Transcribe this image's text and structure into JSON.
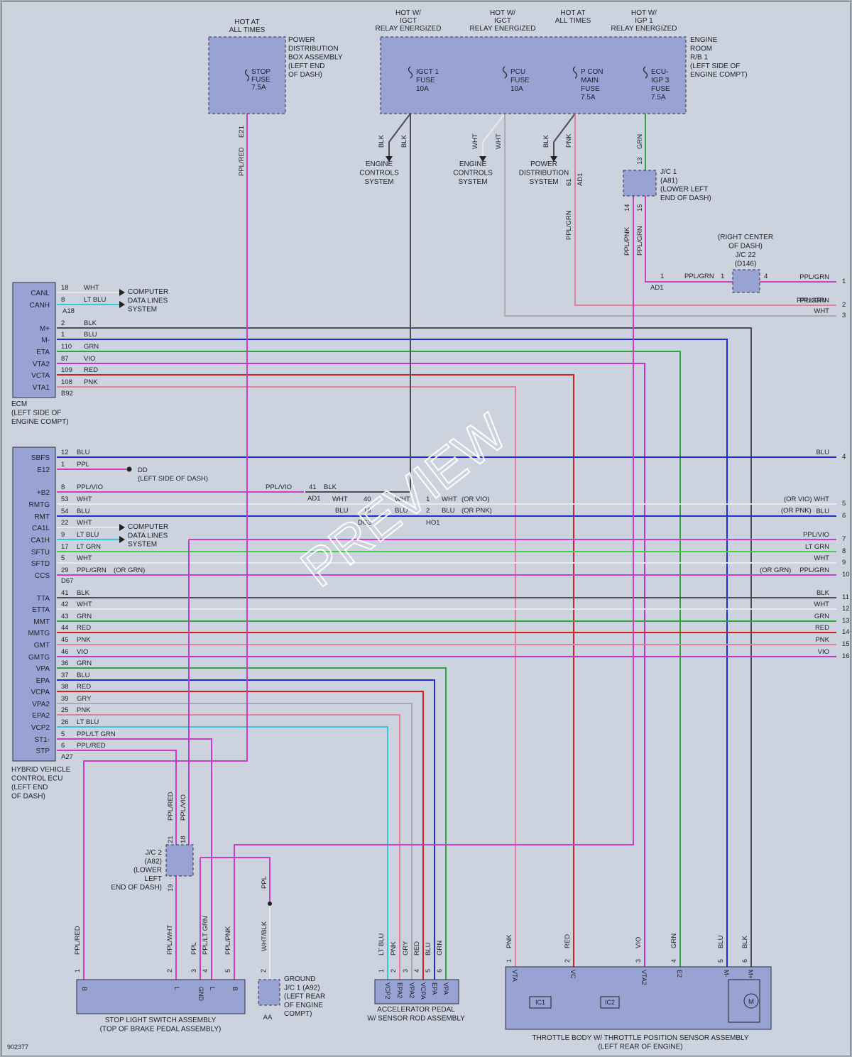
{
  "diagram_id": "902377",
  "watermark": "PREVIEW",
  "components": {
    "pdb": {
      "name": "POWER DISTRIBUTION BOX ASSEMBLY (LEFT END OF DASH)",
      "lines": [
        "POWER",
        "DISTRIBUTION",
        "BOX ASSEMBLY",
        "(LEFT END",
        "OF DASH)"
      ],
      "header": [
        "HOT AT",
        "ALL TIMES"
      ],
      "fuse": [
        "STOP",
        "FUSE",
        "7.5A"
      ]
    },
    "engine_rb": {
      "lines": [
        "ENGINE",
        "ROOM",
        "R/B 1",
        "(LEFT SIDE OF",
        "ENGINE COMPT)"
      ],
      "headers": [
        [
          "HOT W/",
          "IGCT",
          "RELAY ENERGIZED"
        ],
        [
          "HOT W/",
          "IGCT",
          "RELAY ENERGIZED"
        ],
        [
          "HOT AT",
          "ALL TIMES"
        ],
        [
          "HOT W/",
          "IGP 1",
          "RELAY ENERGIZED"
        ]
      ],
      "fuses": [
        [
          "IGCT 1",
          "FUSE",
          "10A"
        ],
        [
          "PCU",
          "FUSE",
          "10A"
        ],
        [
          "P CON",
          "MAIN",
          "FUSE",
          "7.5A"
        ],
        [
          "ECU-",
          "IGP 3",
          "FUSE",
          "7.5A"
        ]
      ]
    },
    "systems": [
      [
        "ENGINE",
        "CONTROLS",
        "SYSTEM"
      ],
      [
        "ENGINE",
        "CONTROLS",
        "SYSTEM"
      ],
      [
        "POWER",
        "DISTRIBUTION",
        "SYSTEM"
      ]
    ],
    "jc1": [
      "J/C 1",
      "(A81)",
      "(LOWER LEFT",
      "END OF DASH)"
    ],
    "jc22": [
      "(RIGHT CENTER",
      "OF DASH)",
      "J/C 22",
      "(D146)"
    ],
    "jc2": [
      "J/C 2",
      "(A82)",
      "(LOWER",
      "LEFT",
      "END OF DASH)"
    ],
    "cdl": [
      "COMPUTER",
      "DATA LINES",
      "SYSTEM"
    ],
    "ecm": {
      "lines": [
        "ECM",
        "(LEFT SIDE OF",
        "ENGINE COMPT)"
      ],
      "pins": [
        {
          "name": "CANL",
          "num": "18",
          "color": "WHT"
        },
        {
          "name": "CANH",
          "num": "8",
          "color": "LT BLU"
        },
        {
          "name": "M+",
          "num": "2",
          "color": "BLK"
        },
        {
          "name": "M-",
          "num": "1",
          "color": "BLU"
        },
        {
          "name": "ETA",
          "num": "110",
          "color": "GRN"
        },
        {
          "name": "VTA2",
          "num": "87",
          "color": "VIO"
        },
        {
          "name": "VCTA",
          "num": "109",
          "color": "RED"
        },
        {
          "name": "VTA1",
          "num": "108",
          "color": "PNK"
        }
      ],
      "conn1": "A18",
      "conn2": "B92"
    },
    "hv_ecu": {
      "lines": [
        "HYBRID VEHICLE",
        "CONTROL ECU",
        "(LEFT END",
        "OF DASH)"
      ],
      "pins": [
        {
          "name": "SBFS",
          "num": "12",
          "color": "BLU"
        },
        {
          "name": "E12",
          "num": "1",
          "color": "PPL"
        },
        {
          "name": "+B2",
          "num": "8",
          "color": "PPL/VIO"
        },
        {
          "name": "RMTG",
          "num": "53",
          "color": "WHT"
        },
        {
          "name": "RMT",
          "num": "54",
          "color": "BLU"
        },
        {
          "name": "CA1L",
          "num": "22",
          "color": "WHT"
        },
        {
          "name": "CA1H",
          "num": "9",
          "color": "LT BLU"
        },
        {
          "name": "SFTU",
          "num": "17",
          "color": "LT GRN"
        },
        {
          "name": "SFTD",
          "num": "5",
          "color": "WHT"
        },
        {
          "name": "CCS",
          "num": "29",
          "color": "PPL/GRN"
        },
        {
          "name": "TTA",
          "num": "41",
          "color": "BLK"
        },
        {
          "name": "ETTA",
          "num": "42",
          "color": "WHT"
        },
        {
          "name": "MMT",
          "num": "43",
          "color": "GRN"
        },
        {
          "name": "MMTG",
          "num": "44",
          "color": "RED"
        },
        {
          "name": "GMT",
          "num": "45",
          "color": "PNK"
        },
        {
          "name": "GMTG",
          "num": "46",
          "color": "VIO"
        },
        {
          "name": "VPA",
          "num": "36",
          "color": "GRN"
        },
        {
          "name": "EPA",
          "num": "37",
          "color": "BLU"
        },
        {
          "name": "VCPA",
          "num": "38",
          "color": "RED"
        },
        {
          "name": "VPA2",
          "num": "39",
          "color": "GRY"
        },
        {
          "name": "EPA2",
          "num": "25",
          "color": "PNK"
        },
        {
          "name": "VCP2",
          "num": "26",
          "color": "LT BLU"
        },
        {
          "name": "ST1-",
          "num": "5",
          "color": "PPL/LT GRN"
        },
        {
          "name": "STP",
          "num": "6",
          "color": "PPL/RED"
        }
      ],
      "conn1": "D67",
      "conn2": "A27",
      "ccs_alt": "(OR GRN)"
    },
    "ground_dd": [
      "DD",
      "(LEFT SIDE OF DASH)"
    ],
    "ground_aa": [
      "GROUND",
      "J/C 1 (A92)",
      "(LEFT REAR",
      "OF ENGINE",
      "COMPT)"
    ],
    "stop_light": {
      "lines": [
        "STOP LIGHT SWITCH ASSEMBLY",
        "(TOP OF BRAKE PEDAL ASSEMBLY)"
      ],
      "pins": [
        "B",
        "L",
        "GND",
        "L",
        "B"
      ],
      "wires": [
        "PPL/RED",
        "PPL/WHT",
        "PPL",
        "PPL/LT GRN",
        "PPL/PNK"
      ]
    },
    "accel": {
      "lines": [
        "ACCELERATOR PEDAL",
        "W/ SENSOR ROD ASSEMBLY"
      ],
      "pins": [
        "VCP2",
        "EPA2",
        "VPA2",
        "VCPA",
        "EPA",
        "VPA"
      ],
      "wires": [
        "LT BLU",
        "PNK",
        "GRY",
        "RED",
        "BLU",
        "GRN"
      ]
    },
    "throttle": {
      "lines": [
        "THROTTLE BODY W/ THROTTLE POSITION SENSOR ASSEMBLY",
        "(LEFT REAR OF ENGINE)"
      ],
      "pins": [
        "VTA",
        "VC",
        "VTA2",
        "E2",
        "M-",
        "M+"
      ],
      "wires": [
        "PNK",
        "RED",
        "VIO",
        "GRN",
        "BLU",
        "BLK"
      ],
      "ics": [
        "IC1",
        "IC2"
      ],
      "motor": "M"
    },
    "right_edge": [
      {
        "n": "1",
        "c": "PPL/GRN"
      },
      {
        "n": "2",
        "c": "PPL/GRN"
      },
      {
        "n": "3",
        "c": "WHT"
      },
      {
        "n": "4",
        "c": "BLU"
      },
      {
        "n": "5",
        "c": "WHT"
      },
      {
        "n": "6",
        "c": "BLU"
      },
      {
        "n": "7",
        "c": "PPL/VIO"
      },
      {
        "n": "8",
        "c": "LT GRN"
      },
      {
        "n": "9",
        "c": "WHT"
      },
      {
        "n": "10",
        "c": "PPL/GRN"
      },
      {
        "n": "11",
        "c": "BLK"
      },
      {
        "n": "12",
        "c": "WHT"
      },
      {
        "n": "13",
        "c": "GRN"
      },
      {
        "n": "14",
        "c": "RED"
      },
      {
        "n": "15",
        "c": "PNK"
      },
      {
        "n": "16",
        "c": "VIO"
      }
    ],
    "right_alt": {
      "5": "(OR VIO)",
      "6": "(OR PNK)",
      "10": "(OR GRN)"
    }
  },
  "colors": {
    "WHT": "#e6e9ee",
    "BLU": "#1c2fd6",
    "LTBLU": "#35c6d8",
    "BLK": "#4a4f57",
    "GRN": "#2ea43a",
    "VIO": "#c233c8",
    "RED": "#d22020",
    "PNK": "#e0829c",
    "PPL": "#cc3cc4",
    "GRY": "#a6abb2",
    "LTGRN": "#43cf43"
  }
}
